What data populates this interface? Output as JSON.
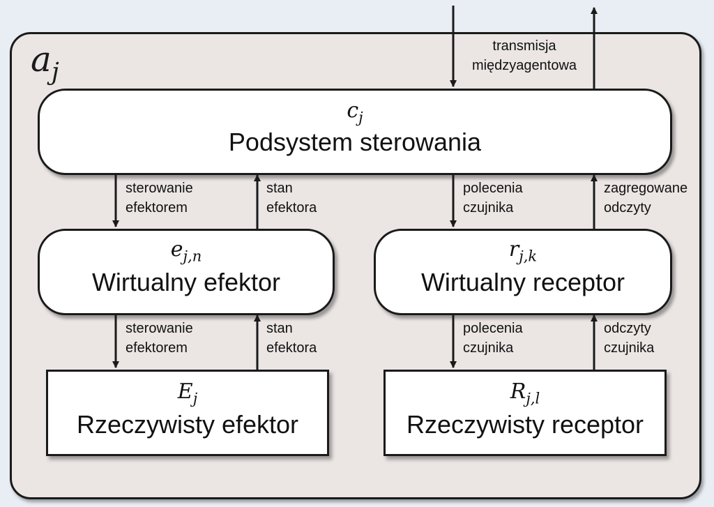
{
  "agent": {
    "symbol": "a_j"
  },
  "control": {
    "symbol": "c_j",
    "name": "Podsystem sterowania"
  },
  "virtual_effector": {
    "symbol": "e_j,n",
    "name": "Wirtualny efektor"
  },
  "virtual_receptor": {
    "symbol": "r_j,k",
    "name": "Wirtualny receptor"
  },
  "real_effector": {
    "symbol": "E_j",
    "name": "Rzeczywisty efektor"
  },
  "real_receptor": {
    "symbol": "R_j,l",
    "name": "Rzeczywisty receptor"
  },
  "labels": {
    "inter_agent": [
      "transmisja",
      "międzyagentowa"
    ],
    "effector_control_upper": [
      "sterowanie",
      "efektorem"
    ],
    "effector_state_upper": [
      "stan",
      "efektora"
    ],
    "sensor_commands_upper": [
      "polecenia",
      "czujnika"
    ],
    "aggregated_readings": [
      "zagregowane",
      "odczyty"
    ],
    "effector_control_lower": [
      "sterowanie",
      "efektorem"
    ],
    "effector_state_lower": [
      "stan",
      "efektora"
    ],
    "sensor_commands_lower": [
      "polecenia",
      "czujnika"
    ],
    "sensor_readings": [
      "odczyty",
      "czujnika"
    ]
  }
}
